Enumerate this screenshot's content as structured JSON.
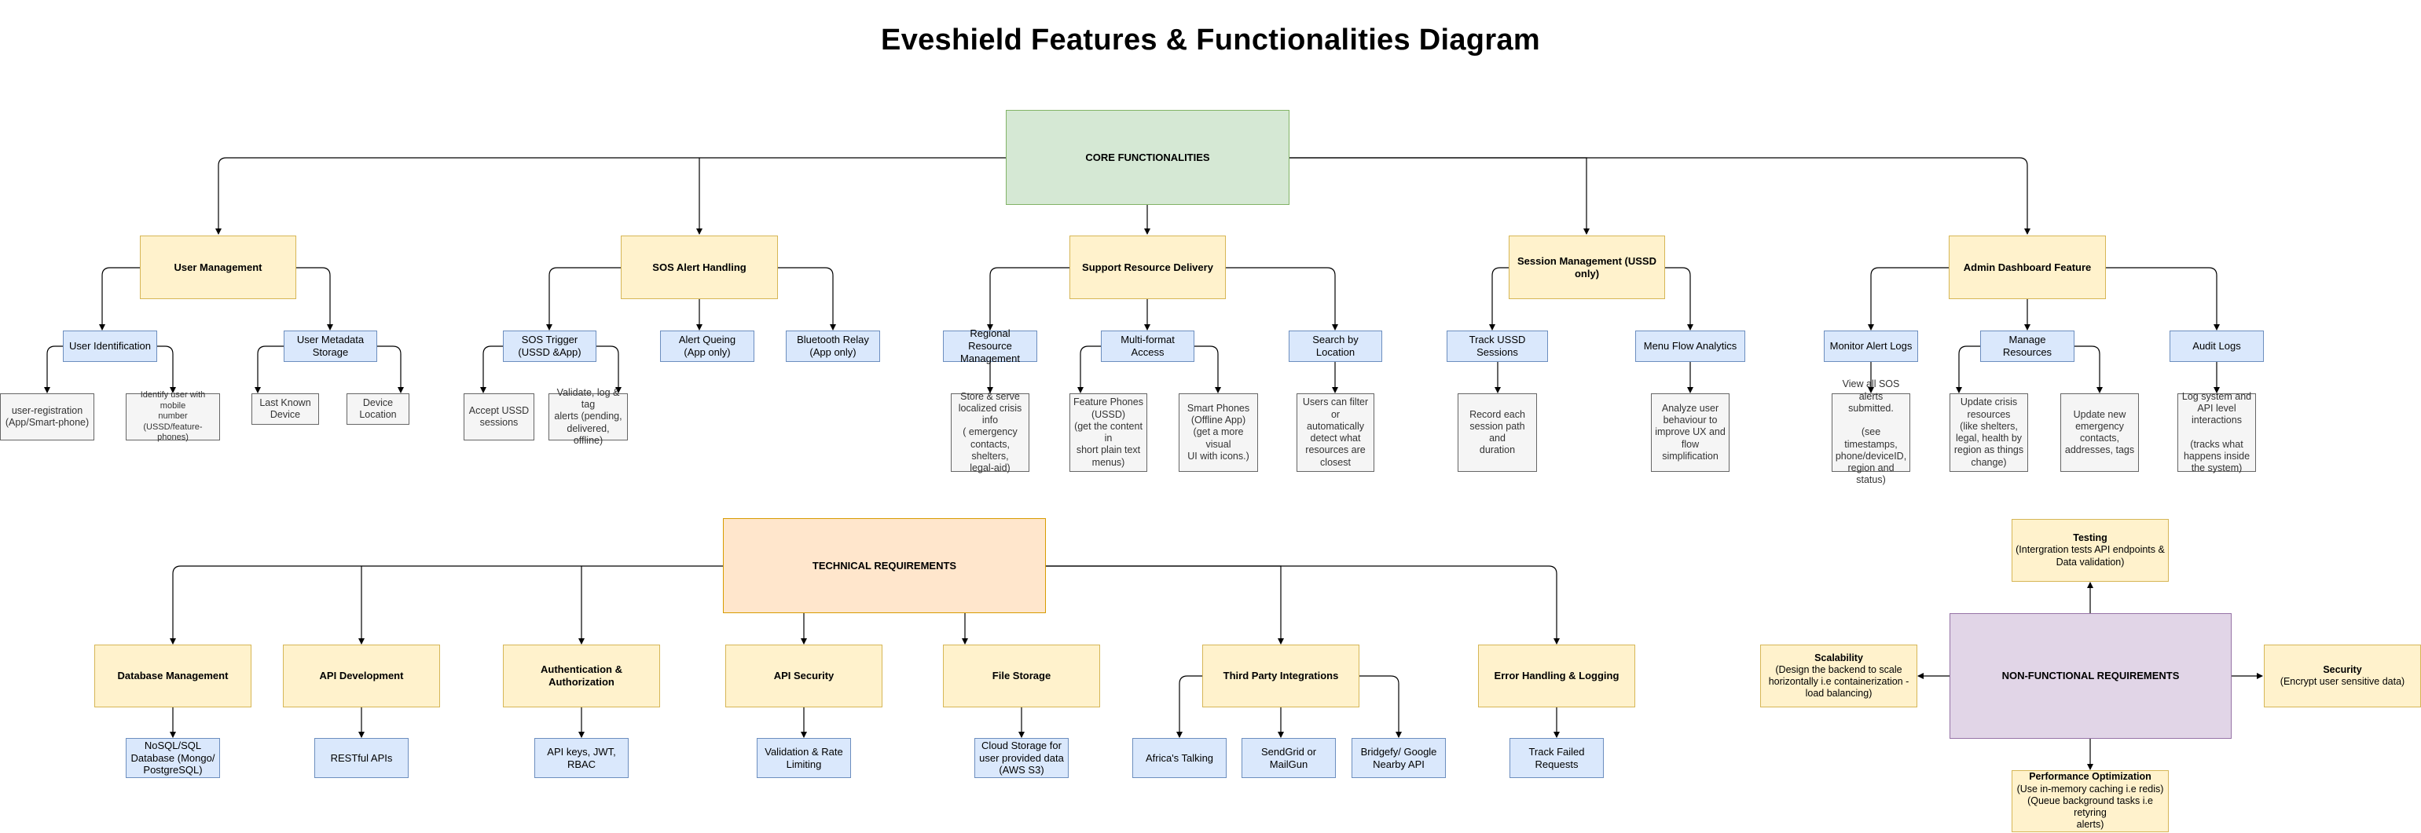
{
  "title": "Eveshield Features & Functionalities Diagram",
  "core": {
    "label": "CORE FUNCTIONALITIES",
    "user_management": {
      "label": "User Management",
      "user_identification": "User Identification",
      "user_registration": "user-registration\n(App/Smart-phone)",
      "identify_mobile": "Identify user with mobile\nnumber\n(USSD/feature-phones)",
      "user_metadata_storage": "User Metadata\nStorage",
      "last_known_device": "Last Known\nDevice",
      "device_location": "Device\nLocation"
    },
    "sos_alert_handling": {
      "label": "SOS Alert Handling",
      "sos_trigger": "SOS Trigger\n(USSD &App)",
      "accept_ussd": "Accept USSD\nsessions",
      "validate_log": "Validate, log & tag\nalerts (pending,\ndelivered, offline)",
      "alert_queing": "Alert Queing\n(App only)",
      "bluetooth_relay": "Bluetooth Relay\n(App only)"
    },
    "support_resource_delivery": {
      "label": "Support Resource Delivery",
      "regional_resource": "Regional Resource\nManagement",
      "store_serve": "Store & serve\nlocalized crisis\ninfo\n( emergency\ncontacts, shelters,\nlegal-aid)",
      "multi_format": "Multi-format Access",
      "feature_phones": "Feature Phones\n(USSD)\n(get the content in\nshort plain text\nmenus)",
      "smart_phones": "Smart Phones\n(Offline App)\n(get a more visual\nUI with icons.)",
      "search_location": "Search by Location",
      "users_filter": "Users can filter or\nautomatically\ndetect what\nresources are\nclosest"
    },
    "session_management": {
      "label": "Session Management (USSD only)",
      "track_ussd": "Track USSD Sessions",
      "record_session": "Record each\nsession path and\nduration",
      "menu_flow": "Menu Flow Analytics",
      "analyze_behaviour": "Analyze user\nbehaviour to\nimprove UX and\nflow simplification"
    },
    "admin_dashboard": {
      "label": "Admin Dashboard Feature",
      "monitor_alert_logs": "Monitor Alert Logs",
      "view_sos": "View all SOS\nalerts submitted.\n\n(see timestamps,\nphone/deviceID,\nregion and status)",
      "manage_resources": "Manage Resources",
      "update_crisis": "Update crisis\nresources\n(like shelters,\nlegal, health by\nregion as things\nchange)",
      "update_contacts": "Update new\nemergency\ncontacts,\naddresses, tags",
      "audit_logs": "Audit Logs",
      "log_system": "Log system and\nAPI level\ninteractions\n\n(tracks what\nhappens inside\nthe system)"
    }
  },
  "technical": {
    "label": "TECHNICAL REQUIREMENTS",
    "database_management": "Database Management",
    "nosql": "NoSQL/SQL\nDatabase (Mongo/\nPostgreSQL)",
    "api_development": "API Development",
    "restful": "RESTful APIs",
    "auth": "Authentication & Authorization",
    "api_keys": "API keys, JWT,\nRBAC",
    "api_security": "API Security",
    "validation_rate": "Validation & Rate\nLimiting",
    "file_storage": "File Storage",
    "cloud_storage": "Cloud Storage for\nuser provided data\n(AWS S3)",
    "third_party": "Third Party Integrations",
    "africas_talking": "Africa's Talking",
    "sendgrid": "SendGrid or MailGun",
    "bridgefy": "Bridgefy/ Google\nNearby API",
    "error_handling": "Error Handling & Logging",
    "track_failed": "Track Failed\nRequests"
  },
  "non_functional": {
    "label": "NON-FUNCTIONAL REQUIREMENTS",
    "testing_title": "Testing",
    "testing_text": "(Intergration tests API endpoints &\nData validation)",
    "scalability_title": "Scalability",
    "scalability_text": "(Design the backend to scale\nhorizontally i.e containerization -\nload balancing)",
    "security_title": "Security",
    "security_text": "(Encrypt user sensitive data)",
    "performance_title": "Performance Optimization",
    "performance_text": "(Use in-memory caching i.e redis)\n(Queue background tasks i.e retyring\nalerts)"
  }
}
